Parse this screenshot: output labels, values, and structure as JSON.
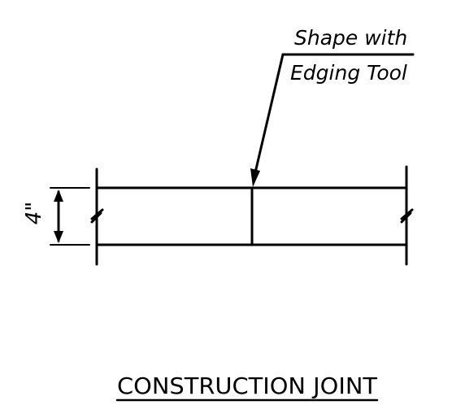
{
  "annotation": {
    "line1": "Shape with",
    "line2": "Edging Tool"
  },
  "dimension_label": "4\"",
  "title": "CONSTRUCTION JOINT",
  "colors": {
    "ink": "#000000",
    "paper": "#ffffff"
  }
}
